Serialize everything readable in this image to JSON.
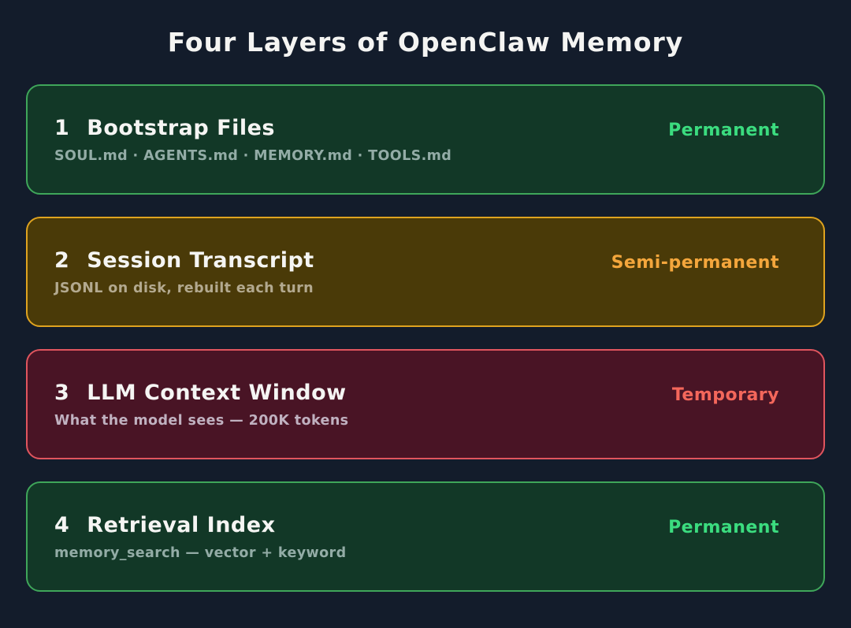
{
  "title": "Four Layers of OpenClaw Memory",
  "colors": {
    "background": "#131c2b",
    "title_text": "#f4f4f2",
    "green_fill": "#123827",
    "green_border": "#3fa65a",
    "green_badge": "#3bdc7f",
    "amber_fill": "#4a3a08",
    "amber_border": "#dfa31f",
    "amber_badge": "#f4a63c",
    "red_fill": "#491425",
    "red_border": "#e0555e",
    "red_badge": "#f4675b"
  },
  "layers": [
    {
      "number": "1",
      "name": "Bootstrap Files",
      "detail": "SOUL.md · AGENTS.md · MEMORY.md · TOOLS.md",
      "badge": "Permanent",
      "theme": "green"
    },
    {
      "number": "2",
      "name": "Session Transcript",
      "detail": "JSONL on disk, rebuilt each turn",
      "badge": "Semi-permanent",
      "theme": "amber"
    },
    {
      "number": "3",
      "name": "LLM Context Window",
      "detail": "What the model sees — 200K tokens",
      "badge": "Temporary",
      "theme": "red"
    },
    {
      "number": "4",
      "name": "Retrieval Index",
      "detail": "memory_search — vector + keyword",
      "badge": "Permanent",
      "theme": "green"
    }
  ]
}
